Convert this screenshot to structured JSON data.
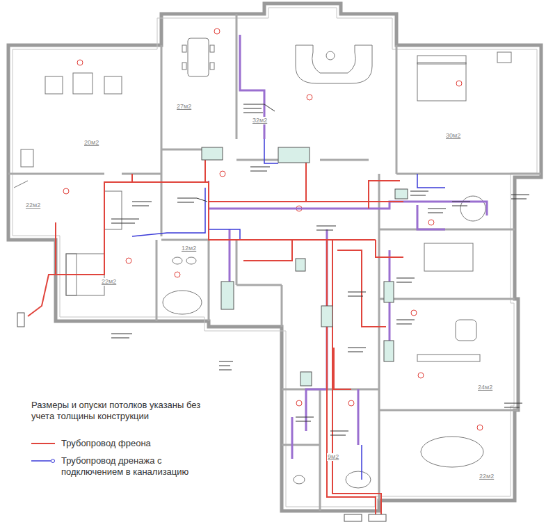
{
  "diagram": {
    "labels": [
      "20м2",
      "27м2",
      "32м2",
      "30м2",
      "22м2",
      "12м2",
      "22м2",
      "24м2",
      "22м2",
      "9м2",
      "Размеры и опуски потолков указаны без учета толщины конструкции"
    ],
    "legend": [
      {
        "text": "Трубопровод фреона"
      },
      {
        "text": "Трубопровод дренажа с подключением в канализацию"
      }
    ]
  }
}
